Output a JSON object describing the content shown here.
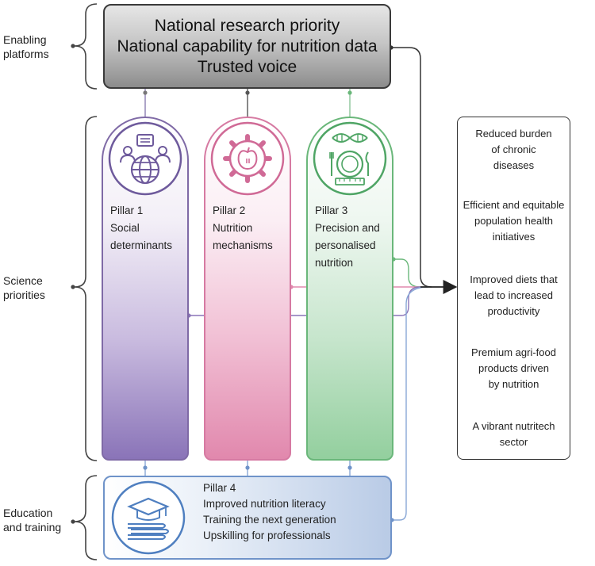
{
  "side_labels": {
    "enabling": [
      "Enabling",
      "platforms"
    ],
    "science": [
      "Science",
      "priorities"
    ],
    "education": [
      "Education",
      "and training"
    ]
  },
  "enabling_platforms": [
    "National research priority",
    "National capability for nutrition data",
    "Trusted voice"
  ],
  "pillars": [
    {
      "lines": [
        "Pillar 1",
        "Social",
        "determinants"
      ],
      "icon": "people-globe-icon",
      "color": "#7f6aa6"
    },
    {
      "lines": [
        "Pillar 2",
        "Nutrition",
        "mechanisms"
      ],
      "icon": "gear-apple-icon",
      "color": "#d67aa2"
    },
    {
      "lines": [
        "Pillar 3",
        "Precision and",
        "personalised",
        "nutrition"
      ],
      "icon": "dna-plate-icon",
      "color": "#6ab77a"
    }
  ],
  "pillar4": {
    "lines": [
      "Pillar 4",
      "Improved nutrition literacy",
      "Training the next generation",
      "Upskilling for professionals"
    ],
    "icon": "graduation-books-icon",
    "color": "#6f93c9"
  },
  "outcomes": [
    [
      "Reduced burden",
      "of chronic",
      "diseases"
    ],
    [
      "Efficient and equitable",
      "population health",
      "initiatives"
    ],
    [
      "Improved diets that",
      "lead to increased",
      "productivity"
    ],
    [
      "Premium agri-food",
      "products driven",
      "by nutrition"
    ],
    [
      "A vibrant nutritech",
      "sector"
    ]
  ]
}
